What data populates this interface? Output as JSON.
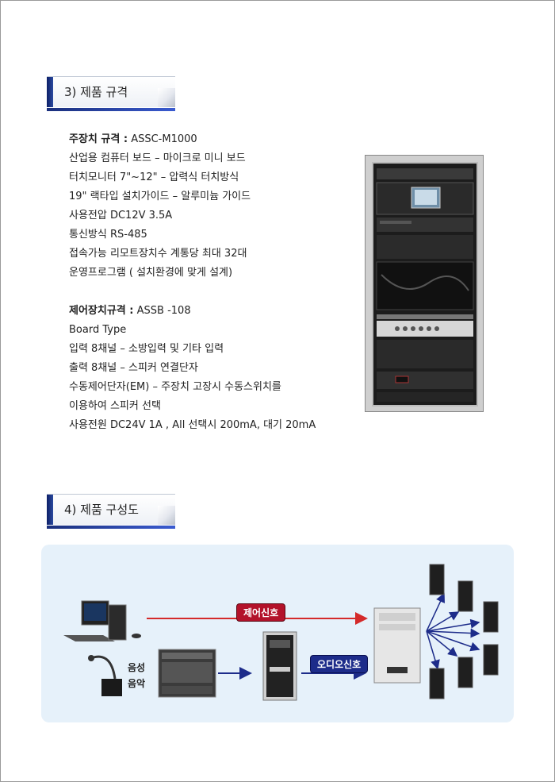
{
  "sections": [
    {
      "label": "3) 제품 규격"
    },
    {
      "label": "4) 제품 구성도"
    }
  ],
  "main_spec": {
    "heading": "주장치 규격 :",
    "model": " ASSC-M1000",
    "lines": [
      "산업용 컴퓨터 보드 – 마이크로 미니 보드",
      "터치모니터 7\"~12\" – 압력식 터치방식",
      "19\" 랙타입 설치가이드 – 알루미늄 가이드",
      "사용전압 DC12V 3.5A",
      "통신방식 RS-485",
      "접속가능 리모트장치수 계통당 최대 32대",
      "운영프로그램 ( 설치환경에 맞게 설계)"
    ]
  },
  "control_spec": {
    "heading": "제어장치규격 :",
    "model": " ASSB -108",
    "lines": [
      "Board Type",
      "입력 8채널 – 소방입력 및 기타 입력",
      "출력 8채널 – 스피커 연결단자",
      "수동제어단자(EM) – 주장치 고장시 수동스위치를",
      "이용하여 스피커 선택",
      "사용전원 DC24V 1A , All 선택시 200mA, 대기 20mA"
    ]
  },
  "diagram": {
    "control_signal": "제어신호",
    "audio_signal": "오디오신호",
    "voice": "음성",
    "music": "음악"
  },
  "colors": {
    "tab_accent": "#1a2f7c",
    "control_arrow": "#d42a2a",
    "audio_arrow": "#1d2c8a",
    "diagram_bg": "#e6f1fa"
  }
}
